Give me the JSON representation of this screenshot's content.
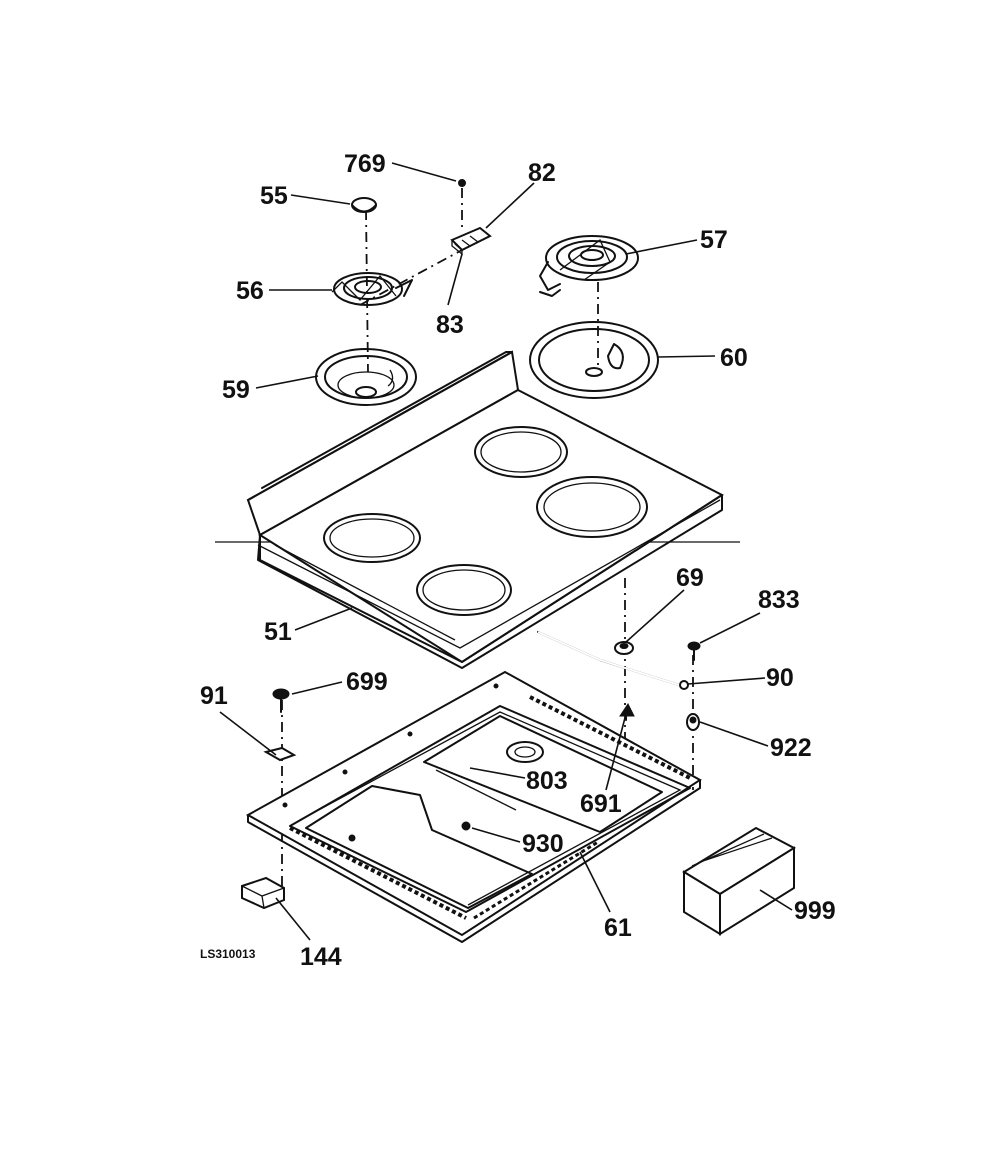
{
  "diagram_code": "LS310013",
  "parts": {
    "p769": "769",
    "p82": "82",
    "p55": "55",
    "p57": "57",
    "p56": "56",
    "p83": "83",
    "p59": "59",
    "p60": "60",
    "p69": "69",
    "p833": "833",
    "p51": "51",
    "p90": "90",
    "p91": "91",
    "p699": "699",
    "p922": "922",
    "p803": "803",
    "p691": "691",
    "p930": "930",
    "p61": "61",
    "p999": "999",
    "p144": "144"
  }
}
